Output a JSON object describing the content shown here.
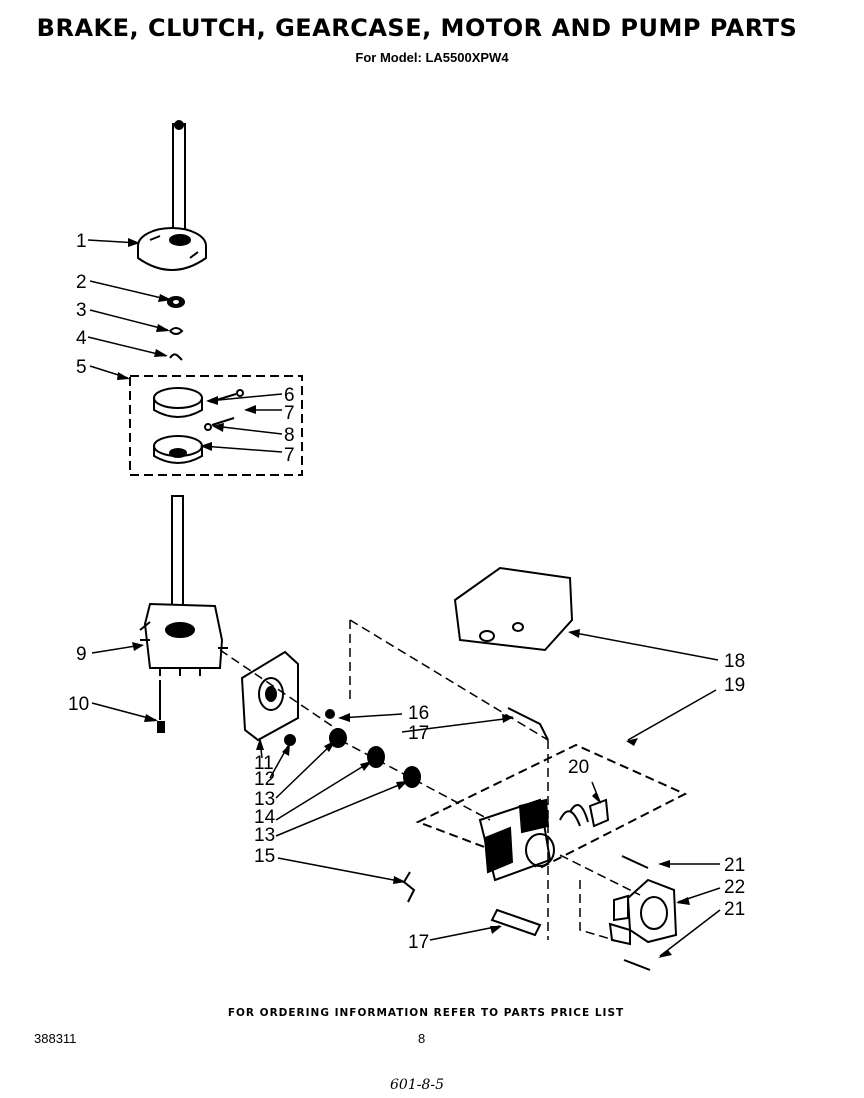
{
  "header": {
    "title": "BRAKE, CLUTCH, GEARCASE, MOTOR AND PUMP PARTS",
    "subtitle": "For Model: LA5500XPW4"
  },
  "callouts": [
    "1",
    "2",
    "3",
    "4",
    "5",
    "6",
    "7",
    "8",
    "7",
    "9",
    "10",
    "11",
    "12",
    "13",
    "14",
    "13",
    "15",
    "16",
    "17",
    "17",
    "18",
    "19",
    "20",
    "21",
    "22",
    "21"
  ],
  "footer": {
    "ordering_info": "FOR ORDERING INFORMATION REFER TO PARTS PRICE LIST",
    "doc_number": "388311",
    "page_number": "8",
    "handwritten_note": "601-8-5"
  }
}
